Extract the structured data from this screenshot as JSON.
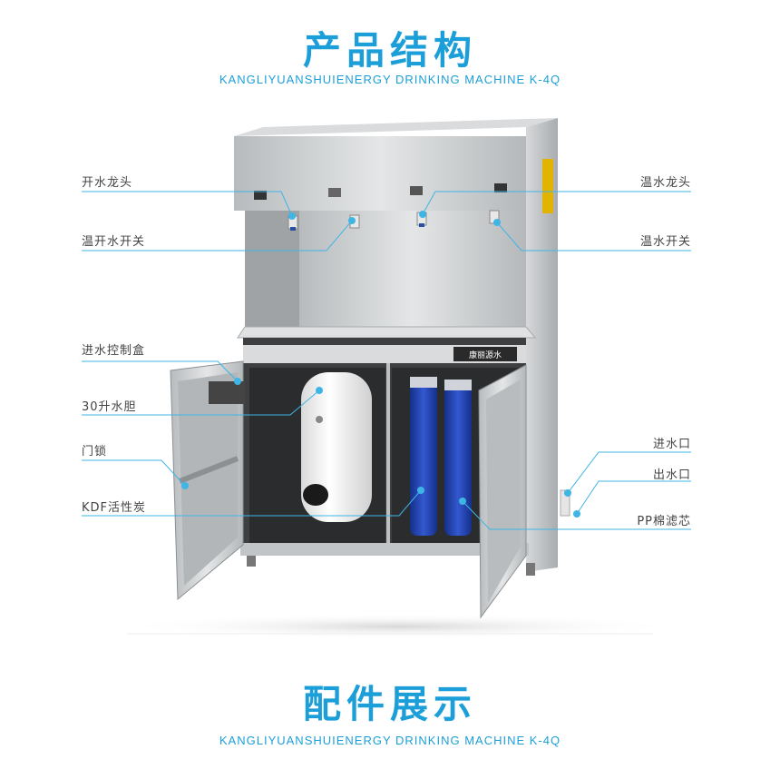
{
  "section1": {
    "title": "产品结构",
    "subtitle": "KANGLIYUANSHUIENERGY DRINKING MACHINE K-4Q"
  },
  "section2": {
    "title": "配件展示",
    "subtitle": "KANGLIYUANSHUIENERGY DRINKING MACHINE K-4Q"
  },
  "labels_left": [
    "开水龙头",
    "温开水开关",
    "进水控制盒",
    "30升水胆",
    "门锁",
    "KDF活性炭"
  ],
  "labels_right": [
    "温水龙头",
    "温水开关",
    "进水口",
    "出水口",
    "PP棉滤芯"
  ],
  "machine": {
    "brand": "康丽源水"
  },
  "colors": {
    "accent": "#1c9fd9",
    "leader": "#3fb5e6",
    "steel": "#c9ccce",
    "filter": "#1f3fa8"
  }
}
